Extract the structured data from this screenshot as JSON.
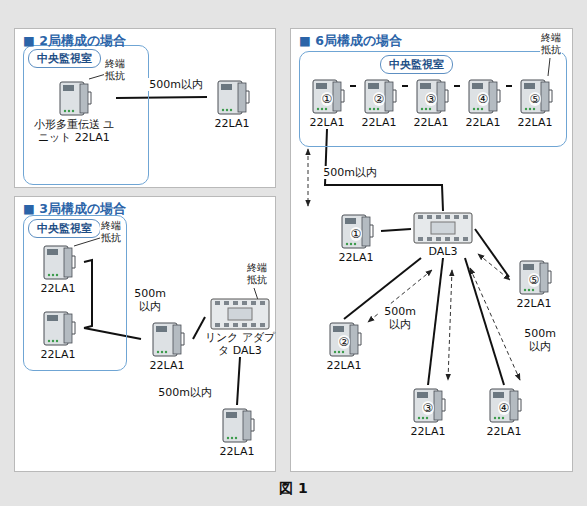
{
  "diagram": {
    "caption": "図 1",
    "nodes": [
      {
        "text": [
          "■ 2局構成の場合"
        ]
      },
      {
        "text": [
          "中央監視室"
        ],
        "in": 0
      },
      {
        "text": [
          "小形多重伝送 ユニット 22LA1"
        ],
        "in": 1
      },
      {
        "text": [
          "22LA1"
        ],
        "in": 0
      },
      {
        "text": [
          "■ 3局構成の場合"
        ]
      },
      {
        "text": [
          "中央監視室"
        ],
        "in": 4
      },
      {
        "text": [
          "22LA1"
        ],
        "in": 5
      },
      {
        "text": [
          "22LA1"
        ],
        "in": 5
      },
      {
        "text": [
          "22LA1"
        ],
        "in": 4
      },
      {
        "text": [
          "リンク アダプタ DAL3"
        ],
        "in": 4
      },
      {
        "text": [
          "22LA1"
        ],
        "in": 4
      },
      {
        "text": [
          "■ 6局構成の場合"
        ]
      },
      {
        "text": [
          "中央監視室"
        ],
        "in": 11
      },
      {
        "text": [
          "①",
          "22LA1"
        ],
        "in": 12
      },
      {
        "text": [
          "②",
          "22LA1"
        ],
        "in": 12
      },
      {
        "text": [
          "③",
          "22LA1"
        ],
        "in": 12
      },
      {
        "text": [
          "④",
          "22LA1"
        ],
        "in": 12
      },
      {
        "text": [
          "⑤",
          "22LA1"
        ],
        "in": 12
      },
      {
        "text": [
          "DAL3"
        ],
        "in": 11
      },
      {
        "text": [
          "①",
          "22LA1"
        ],
        "in": 11
      },
      {
        "text": [
          "⑤",
          "22LA1"
        ],
        "in": 11
      },
      {
        "text": [
          "②",
          "22LA1"
        ],
        "in": 11
      },
      {
        "text": [
          "③",
          "22LA1"
        ],
        "in": 11
      },
      {
        "text": [
          "④",
          "22LA1"
        ],
        "in": 11
      }
    ],
    "edges": [
      {
        "from": 2,
        "to": 3,
        "arrow": "none",
        "label": "500m以内"
      },
      {
        "from": 6,
        "to": 7,
        "arrow": "none"
      },
      {
        "from": 7,
        "to": 8,
        "arrow": "none",
        "label": "500m 以内"
      },
      {
        "from": 8,
        "to": 9,
        "arrow": "none"
      },
      {
        "from": 9,
        "to": 10,
        "arrow": "none",
        "label": "500m以内"
      },
      {
        "from": 13,
        "to": 14,
        "arrow": "none"
      },
      {
        "from": 14,
        "to": 15,
        "arrow": "none"
      },
      {
        "from": 15,
        "to": 16,
        "arrow": "none"
      },
      {
        "from": 16,
        "to": 17,
        "arrow": "none"
      },
      {
        "from": 13,
        "to": 18,
        "arrow": "none",
        "label": "500m以内"
      },
      {
        "from": 18,
        "to": 19,
        "arrow": "none"
      },
      {
        "from": 18,
        "to": 20,
        "arrow": "none"
      },
      {
        "from": 18,
        "to": 21,
        "arrow": "none",
        "label": "500m 以内"
      },
      {
        "from": 18,
        "to": 22,
        "arrow": "none"
      },
      {
        "from": 18,
        "to": 23,
        "arrow": "none",
        "label": "500m 以内"
      }
    ],
    "labels": [
      "終端 抵抗",
      "終端 抵抗",
      "終端 抵抗",
      "終端 抵抗"
    ]
  }
}
